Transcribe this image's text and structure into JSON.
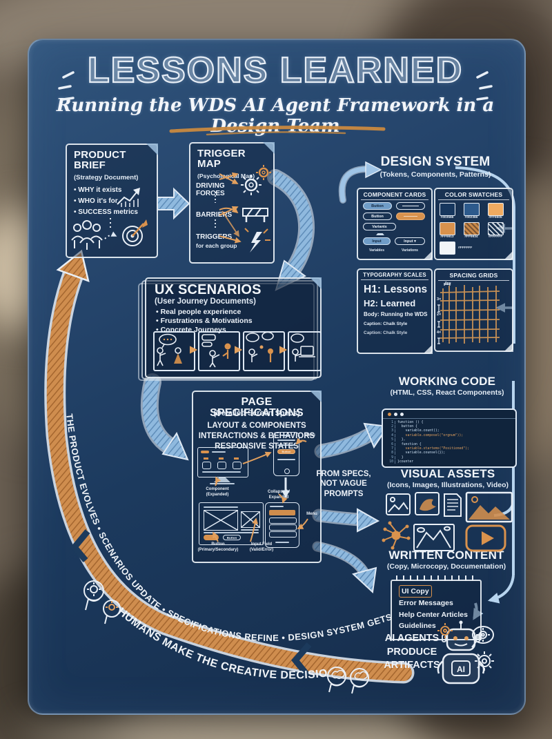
{
  "poster": {
    "title": "LESSONS LEARNED",
    "subtitle": "Running the WDS AI Agent Framework in a Design Team"
  },
  "product_brief": {
    "title": "PRODUCT BRIEF",
    "subtitle": "(Strategy Document)",
    "bullets": [
      "• WHY it exists",
      "• WHO it's for",
      "• SUCCESS metrics"
    ]
  },
  "trigger_map": {
    "title": "TRIGGER MAP",
    "subtitle": "(Psychological Map)",
    "rows": [
      "DRIVING FORCES",
      "BARRIERS",
      "TRIGGERS"
    ],
    "note": "for each group"
  },
  "design_system": {
    "title": "DESIGN SYSTEM",
    "subtitle": "(Tokens, Components, Patterns)",
    "component_cards": {
      "title": "COMPONENT CARDS",
      "buttons": [
        "Button",
        "Button",
        "Variants",
        "Input",
        "Input ▾"
      ],
      "footer": [
        "Variables",
        "Variations"
      ]
    },
    "color_swatches": {
      "title": "COLOR SWATCHES",
      "swatches": [
        {
          "label": "#003566",
          "fill": "#17375e"
        },
        {
          "label": "#002366",
          "fill": "#2d5a8c"
        },
        {
          "label": "#FF9905",
          "fill": "#f0ab61"
        },
        {
          "label": "#FF9913",
          "fill": "#d9924d"
        },
        {
          "label": "#FF9934",
          "fill": "#b5793f"
        },
        {
          "label": "#FFFFFF",
          "fill": "#1d3a5c"
        },
        {
          "label": "#FFFFFF",
          "fill": "#f2f5f8"
        }
      ]
    },
    "typography": {
      "title": "TYPOGRAPHY SCALES",
      "lines": [
        "H1: Lessons",
        "H2: Learned",
        "Body: Running the WDS",
        "Caption: Chalk Style",
        "Caption: Chalk Style"
      ]
    },
    "spacing": {
      "title": "SPACING GRIDS",
      "labels": [
        "8px",
        "3×",
        "2×",
        "4×"
      ]
    }
  },
  "ux_scenarios": {
    "title": "UX SCENARIOS",
    "subtitle": "(User Journey Documents)",
    "bullets": [
      "• Real people experience",
      "• Frustrations & Motivations",
      "• Concrete Journeys"
    ]
  },
  "page_specs": {
    "title": "PAGE SPECIFICATIONS",
    "subtitle": "(Detailed Screen Specs)",
    "features": [
      "LAYOUT & COMPONENTS",
      "INTERACTIONS & BEHAVIORS",
      "RESPONSIVE STATES"
    ],
    "labels": {
      "menu_top": "Menu",
      "menu_bottom": "Menu",
      "component": "Component (Expanded)",
      "collapsed": "Collapsed / Expanded",
      "button": "Button (Primary/Secondary)",
      "input_field": "Input Field (Valid/Error)",
      "button_pill": "Button"
    }
  },
  "from_specs": {
    "lines": [
      "FROM SPECS,",
      "NOT VAGUE",
      "PROMPTS"
    ]
  },
  "working_code": {
    "title": "WORKING CODE",
    "subtitle": "(HTML, CSS, React Components)",
    "gutter": [
      "1",
      "2",
      "3",
      "4",
      "5",
      "6",
      "7",
      "8",
      "9",
      "10"
    ],
    "lines": [
      "function () {",
      "  button {",
      "    variable.count();",
      "    variable.composel(\"orgnum\"));",
      "  },",
      "  function {",
      "    variable.startems(\"Positioned\");",
      "    variable.counsel(});",
      "  }",
      "}counter"
    ]
  },
  "visual_assets": {
    "title": "VISUAL ASSETS",
    "subtitle": "(Icons, Images, Illustrations, Video)"
  },
  "written_content": {
    "title": "WRITTEN CONTENT",
    "subtitle": "(Copy, Microcopy, Documentation)",
    "items": [
      "UI Copy",
      "Error Messages",
      "Help Center Articles",
      "Guidelines"
    ]
  },
  "ai_agents": {
    "lines": [
      "AI AGENTS",
      "PRODUCE",
      "ARTIFACTS"
    ],
    "robot_label": "AI"
  },
  "cycle": {
    "outer_text": "THE PRODUCT EVOLVES  •  SCENARIOS UPDATE  •  SPECIFICATIONS REFINE  •  DESIGN SYSTEM GETS RICHER",
    "inner_text": "HUMANS MAKE THE CREATIVE DECISIONS"
  },
  "palette": {
    "board": "#1d3a5c",
    "chalk_white": "#e9eff6",
    "chalk_blue": "#9fc4e6",
    "chalk_orange": "#d9924d"
  }
}
